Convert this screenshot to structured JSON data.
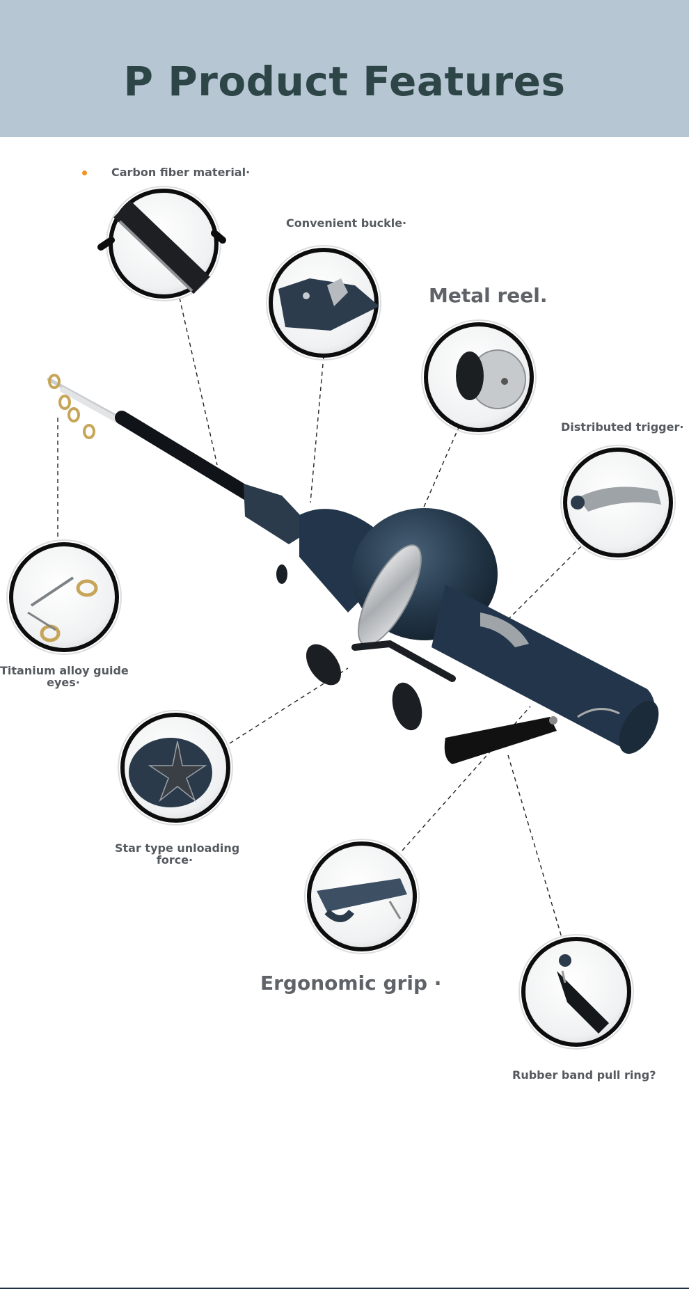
{
  "header": {
    "title": "P Product Features"
  },
  "features": [
    {
      "id": "carbon",
      "label": "Carbon fiber material·",
      "icon": "carbon-fiber-icon"
    },
    {
      "id": "buckle",
      "label": "Convenient buckle·",
      "icon": "buckle-icon"
    },
    {
      "id": "reel",
      "label": "Metal reel.",
      "icon": "reel-icon"
    },
    {
      "id": "trigger",
      "label": "Distributed trigger·",
      "icon": "trigger-icon"
    },
    {
      "id": "guide",
      "label_line1": "Titanium alloy guide",
      "label_line2": "eyes·",
      "icon": "guide-eyes-icon"
    },
    {
      "id": "star",
      "label_line1": "Star type unloading",
      "label_line2": "force·",
      "icon": "star-drag-icon"
    },
    {
      "id": "grip",
      "label": "Ergonomic grip ·",
      "icon": "grip-icon"
    },
    {
      "id": "band",
      "label": "Rubber band pull ring?",
      "icon": "rubber-band-icon"
    }
  ],
  "colors": {
    "header_bg": "#b6c6d3",
    "title": "#2e4548",
    "accent_dot": "#f39221",
    "rod_body": "#243444",
    "label": "#555a5f"
  }
}
